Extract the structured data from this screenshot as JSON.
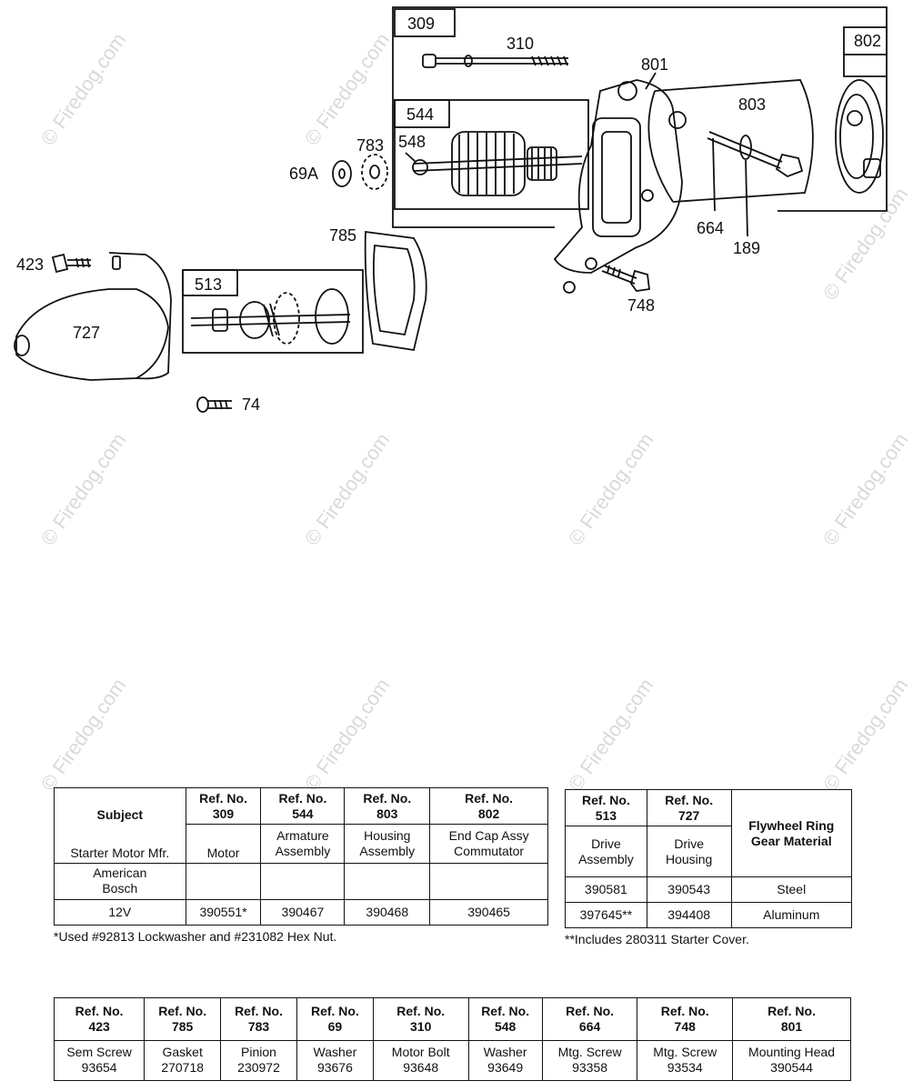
{
  "watermark": "© Firedog.com",
  "parts": {
    "p309": "309",
    "p310": "310",
    "p801": "801",
    "p802": "802",
    "p803": "803",
    "p544": "544",
    "p548": "548",
    "p783": "783",
    "p69a": "69A",
    "p664": "664",
    "p189": "189",
    "p785": "785",
    "p423": "423",
    "p513": "513",
    "p748": "748",
    "p727": "727",
    "p74": "74"
  },
  "table1": {
    "h_subject": "Subject",
    "h309": "Ref. No.\n309",
    "h544": "Ref. No.\n544",
    "h803": "Ref. No.\n803",
    "h802": "Ref. No.\n802",
    "r1c0": "Starter Motor Mfr.",
    "r1c1": "Motor",
    "r1c2": "Armature\nAssembly",
    "r1c3": "Housing\nAssembly",
    "r1c4": "End Cap Assy\nCommutator",
    "r2c0": "American\nBosch",
    "r3c0": "12V",
    "r3c1": "390551*",
    "r3c2": "390467",
    "r3c3": "390468",
    "r3c4": "390465",
    "note": "*Used #92813 Lockwasher and #231082 Hex Nut."
  },
  "table2": {
    "h513": "Ref. No.\n513",
    "h727": "Ref. No.\n727",
    "h_fly": "Flywheel Ring\nGear Material",
    "r1c0": "Drive\nAssembly",
    "r1c1": "Drive\nHousing",
    "r2c0": "390581",
    "r2c1": "390543",
    "r2c2": "Steel",
    "r3c0": "397645**",
    "r3c1": "394408",
    "r3c2": "Aluminum",
    "note": "**Includes 280311 Starter Cover."
  },
  "table3": {
    "headers": [
      "Ref. No.\n423",
      "Ref. No.\n785",
      "Ref. No.\n783",
      "Ref. No.\n69",
      "Ref. No.\n310",
      "Ref. No.\n548",
      "Ref. No.\n664",
      "Ref. No.\n748",
      "Ref. No.\n801"
    ],
    "cells": [
      "Sem Screw\n93654",
      "Gasket\n270718",
      "Pinion\n230972",
      "Washer\n93676",
      "Motor Bolt\n93648",
      "Washer\n93649",
      "Mtg. Screw\n93358",
      "Mtg. Screw\n93534",
      "Mounting Head\n390544"
    ]
  }
}
